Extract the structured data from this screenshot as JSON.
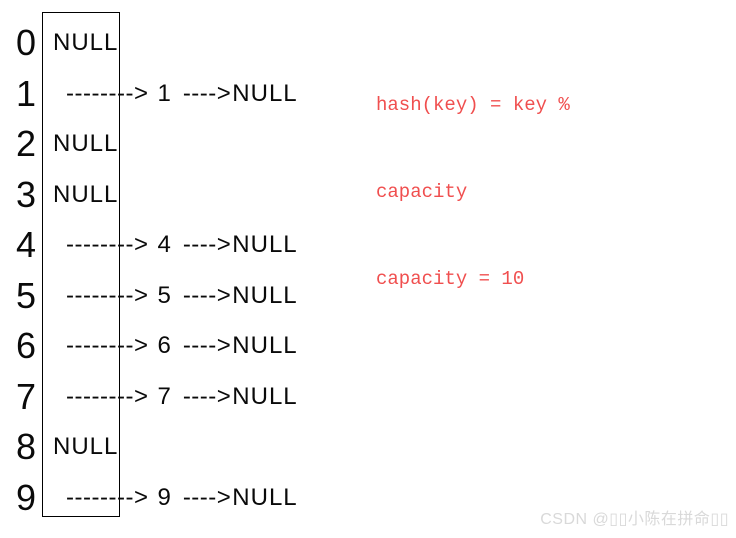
{
  "diagram": {
    "title_hint": "hash table with separate chaining, capacity 10",
    "table": {
      "rows": [
        {
          "index": "0",
          "type": "null"
        },
        {
          "index": "1",
          "type": "chain",
          "value": "1"
        },
        {
          "index": "2",
          "type": "null"
        },
        {
          "index": "3",
          "type": "null"
        },
        {
          "index": "4",
          "type": "chain",
          "value": "4"
        },
        {
          "index": "5",
          "type": "chain",
          "value": "5"
        },
        {
          "index": "6",
          "type": "chain",
          "value": "6"
        },
        {
          "index": "7",
          "type": "chain",
          "value": "7"
        },
        {
          "index": "8",
          "type": "null"
        },
        {
          "index": "9",
          "type": "chain",
          "value": "9"
        }
      ],
      "null_label": "NULL",
      "bucket_arrow": "-------->",
      "node_arrow": "---->",
      "node_null_label": "NULL"
    },
    "note": {
      "lines": [
        "hash(key) = key %",
        "capacity",
        "capacity = 10"
      ],
      "color": "#f04f4f"
    },
    "watermark": {
      "text": "CSDN @▯▯小陈在拼命▯▯",
      "color": "#d9d9d9"
    }
  }
}
